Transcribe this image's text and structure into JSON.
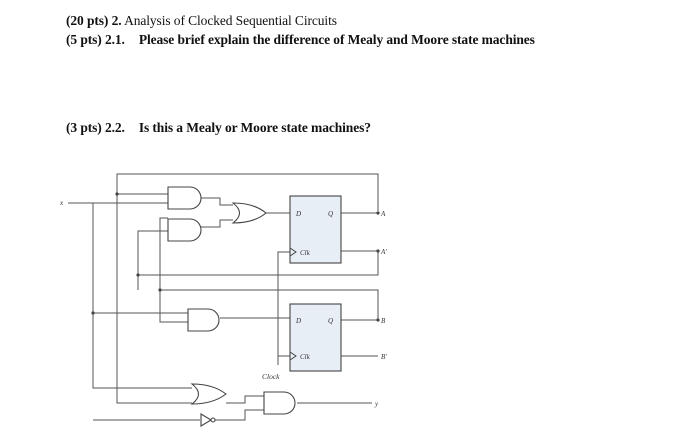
{
  "question": {
    "header_points": "(20 pts) 2.",
    "header_title": "Analysis of Clocked Sequential Circuits",
    "q1_points": "(5 pts) 2.1.",
    "q1_text": "Please brief explain the difference of Mealy and Moore state machines",
    "q2_points": "(3 pts) 2.2.",
    "q2_text": "Is this a Mealy or Moore state machines?"
  },
  "circuit": {
    "input_x": "x",
    "clock": "Clock",
    "ff_a": {
      "d": "D",
      "q": "Q",
      "clk": "Clk"
    },
    "ff_b": {
      "d": "D",
      "q": "Q",
      "clk": "Clk"
    },
    "out_a": "A",
    "out_a_bar": "A'",
    "out_b": "B",
    "out_b_bar": "B'",
    "out_y": "y"
  },
  "colors": {
    "wire": "#555555",
    "text": "#111111",
    "ff_fill": "#e8eef6",
    "gate_fill": "#ffffff"
  }
}
